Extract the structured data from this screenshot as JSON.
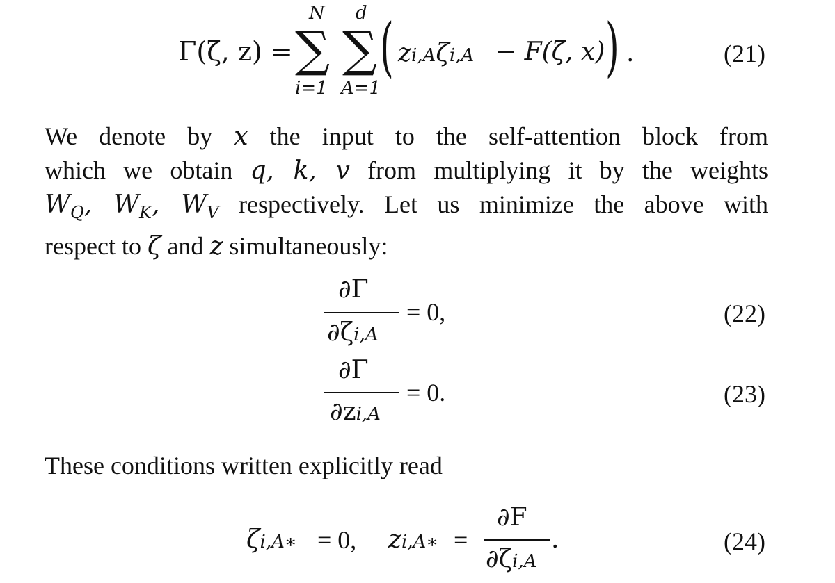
{
  "equations": {
    "eq21": {
      "lhs": "Γ(ζ, z) =",
      "sum1": {
        "symbol": "∑",
        "upper": "N",
        "lower": "i=1"
      },
      "sum2": {
        "symbol": "∑",
        "upper": "d",
        "lower": "A=1"
      },
      "paren_open": "(",
      "term1": "z",
      "term1_sub": "i,A",
      "term2": "ζ",
      "term2_sub": "i,A",
      "minus": "− F(ζ, x)",
      "paren_close": ")",
      "period": ".",
      "number": "(21)"
    },
    "eq22": {
      "numerator": "∂Γ",
      "denominator": "∂ζ",
      "denominator_sub": "i,A",
      "rhs": "= 0,",
      "number": "(22)"
    },
    "eq23": {
      "numerator": "∂Γ",
      "denominator": "∂z",
      "denominator_sub": "i,A",
      "rhs": "= 0.",
      "number": "(23)"
    },
    "eq24": {
      "zeta": "ζ",
      "zeta_sub": "i,A∗",
      "zeta_rhs": "= 0,",
      "z": "z",
      "z_sub": "i,A∗",
      "z_eq": "=",
      "numerator": "∂F",
      "denominator": "∂ζ",
      "denominator_sub": "i,A",
      "period": ".",
      "number": "(24)"
    }
  },
  "paragraph1": {
    "line1_a": "We denote by ",
    "line1_x": "x",
    "line1_b": " the input to the self-attention block from",
    "line2_a": "which we obtain ",
    "line2_qkv": "q, k, v",
    "line2_b": " from multiplying it by the weights",
    "line3_w": "W",
    "line3_q": "Q",
    "line3_k": "K",
    "line3_v": "V",
    "line3_b": " respectively. Let us minimize the above with",
    "line4_a": "respect to ",
    "line4_zeta": "ζ",
    "line4_b": " and ",
    "line4_z": "z",
    "line4_c": " simultaneously:"
  },
  "paragraph2": {
    "text": "These conditions written explicitly read"
  }
}
